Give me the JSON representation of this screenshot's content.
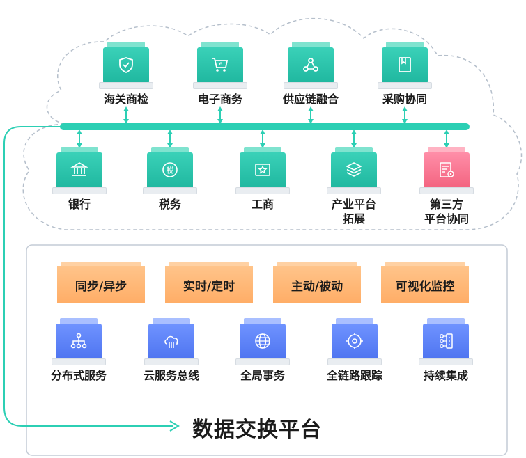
{
  "title": "数据交换平台",
  "top_row": [
    {
      "label": "海关商检",
      "icon": "shield-check-icon"
    },
    {
      "label": "电子商务",
      "icon": "shopping-cart-icon"
    },
    {
      "label": "供应链融合",
      "icon": "network-nodes-icon"
    },
    {
      "label": "采购协同",
      "icon": "book-icon"
    }
  ],
  "bottom_row": [
    {
      "label": "银行",
      "icon": "bank-icon"
    },
    {
      "label": "税务",
      "icon": "tax-icon",
      "icon_text": "税"
    },
    {
      "label": "工商",
      "icon": "certificate-icon"
    },
    {
      "label_line1": "产业平台",
      "label_line2": "拓展",
      "icon": "layers-icon"
    },
    {
      "label_line1": "第三方",
      "label_line2": "平台协同",
      "icon": "document-settings-icon"
    }
  ],
  "features": [
    "同步/异步",
    "实时/定时",
    "主动/被动",
    "可视化监控"
  ],
  "services": [
    {
      "label": "分布式服务",
      "icon": "hierarchy-icon"
    },
    {
      "label": "云服务总线",
      "icon": "cloud-bus-icon"
    },
    {
      "label": "全局事务",
      "icon": "globe-icon"
    },
    {
      "label": "全链路跟踪",
      "icon": "target-icon"
    },
    {
      "label": "持续集成",
      "icon": "pipeline-icon"
    }
  ],
  "colors": {
    "green": "#27c2a8",
    "pink": "#f77590",
    "blue": "#5b80f5",
    "orange": "#ffb670",
    "connector": "#2ccfb4"
  }
}
